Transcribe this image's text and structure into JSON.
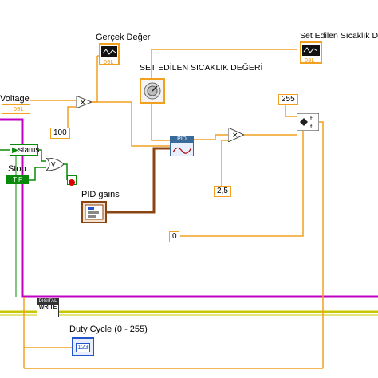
{
  "diagram": {
    "labels": {
      "gercek_deger": "Gerçek Değer",
      "set_edilen_sicaklik": "SET EDİLEN SICAKLIK DEĞERİ",
      "set_edilen_sicaklik_deg": "Set Edilen Sıcaklık Değ",
      "voltage": "Voltage",
      "stop": "Stop",
      "status": "status",
      "pid_gains": "PID gains",
      "duty_cycle": "Duty Cycle (0 - 255)"
    },
    "constants": {
      "c100": "100",
      "c255": "255",
      "c25": "2,5",
      "c0": "0"
    },
    "tags": {
      "dbl": "DBL",
      "pid": "PID",
      "write": "WRITE",
      "tf": "T F",
      "i32": "123",
      "bool_stop": "TF"
    },
    "colors": {
      "numeric_wire": "#f2a020",
      "cluster_wire": "#8b4513",
      "error_wire": "#c8c800",
      "loop_border": "#c000c0",
      "bool_wire": "#0a8a0a"
    },
    "icons": [
      "waveform-chart-icon",
      "gauge-knob-icon",
      "pid-icon",
      "multiply-icon",
      "or-gate-icon",
      "select-icon",
      "stop-button-icon",
      "cluster-icon",
      "write-icon",
      "numeric-indicator-icon"
    ]
  }
}
